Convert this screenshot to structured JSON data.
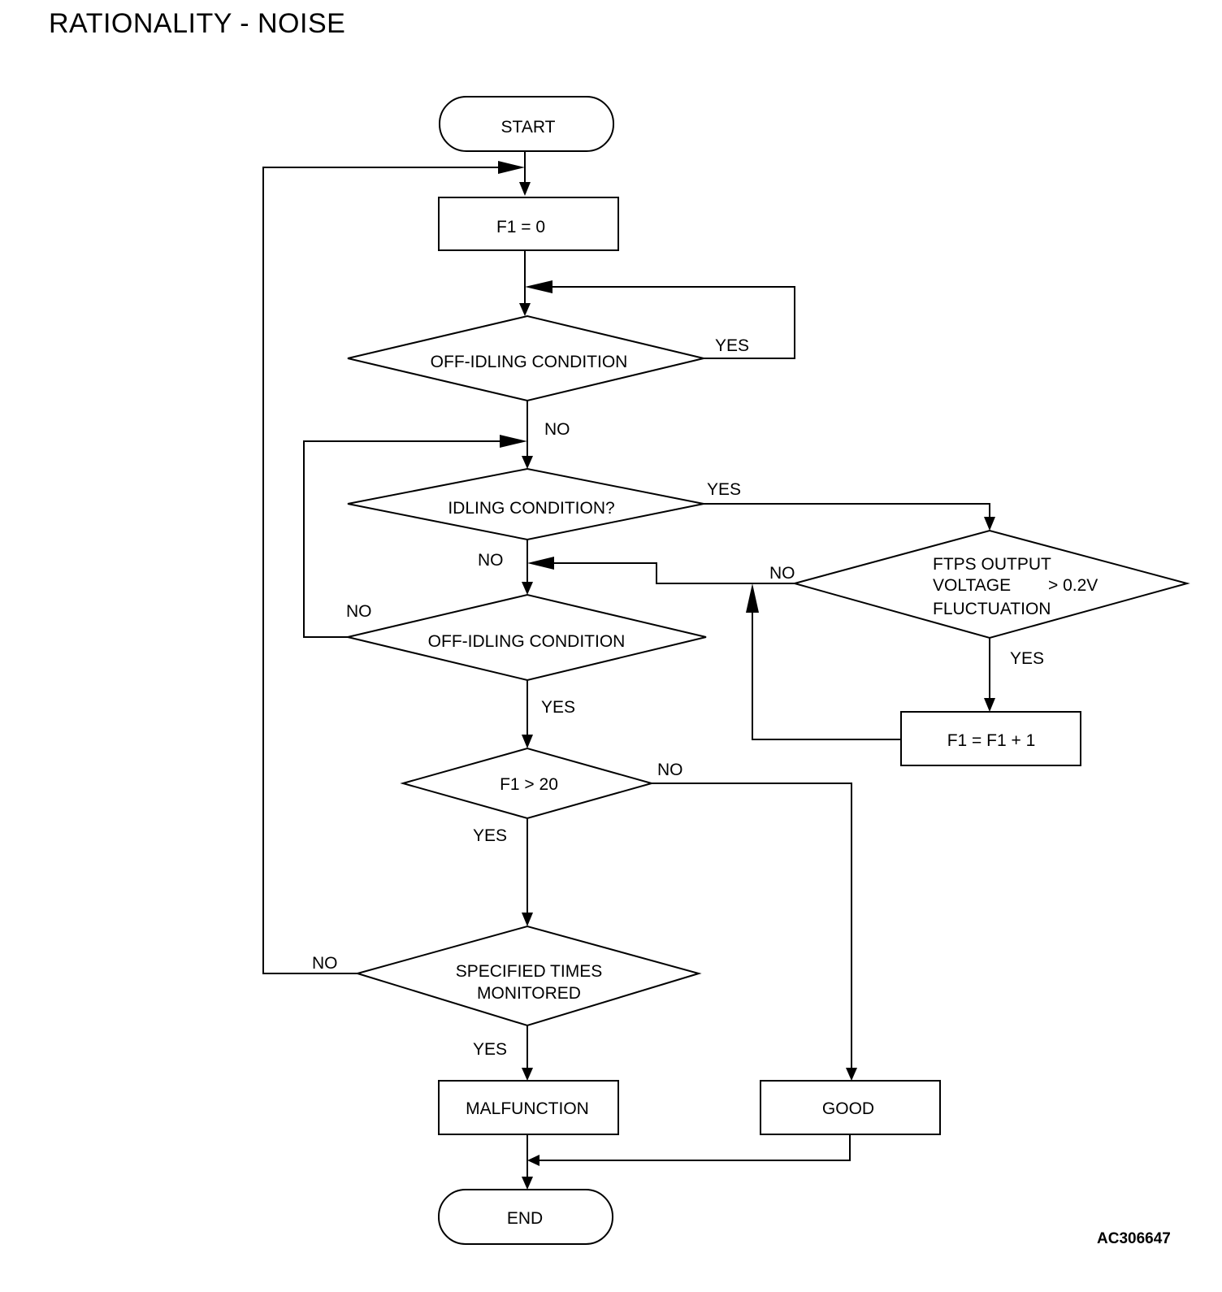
{
  "title": "RATIONALITY - NOISE",
  "figure_code": "AC306647",
  "nodes": {
    "start": "START",
    "f1_reset": "F1 = 0",
    "off_idling_1": "OFF-IDLING CONDITION",
    "idling": "IDLING CONDITION?",
    "off_idling_2": "OFF-IDLING CONDITION",
    "ftps_line1": "FTPS OUTPUT",
    "ftps_line2a": "VOLTAGE",
    "ftps_line2b": "> 0.2V",
    "ftps_line3": "FLUCTUATION",
    "f1_increment": "F1 = F1 + 1",
    "f1_check": "F1 > 20",
    "specified_line1": "SPECIFIED TIMES",
    "specified_line2": "MONITORED",
    "malfunction": "MALFUNCTION",
    "good": "GOOD",
    "end": "END"
  },
  "labels": {
    "yes": "YES",
    "no": "NO"
  }
}
